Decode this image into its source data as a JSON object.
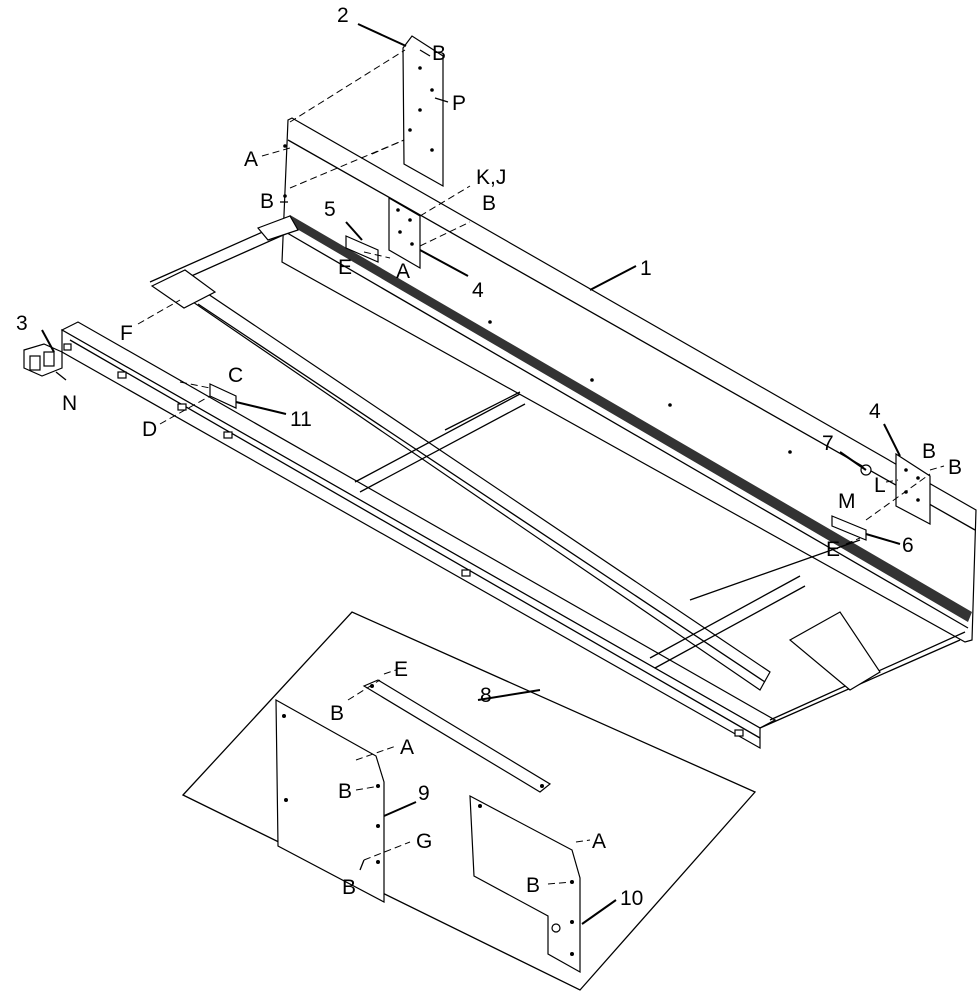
{
  "callouts": {
    "c1": "1",
    "c2": "2",
    "c3": "3",
    "c4a": "4",
    "c4b": "4",
    "c5": "5",
    "c6": "6",
    "c7": "7",
    "c8": "8",
    "c9": "9",
    "c10": "10",
    "c11": "11"
  },
  "letters": {
    "A1": "A",
    "A2": "A",
    "A3": "A",
    "A4": "A",
    "B1": "B",
    "B2": "B",
    "B3": "B",
    "B4": "B",
    "B5": "B",
    "B6": "B",
    "B7": "B",
    "B8": "B",
    "B9": "B",
    "C": "C",
    "D": "D",
    "E1": "E",
    "E2": "E",
    "E3": "E",
    "F": "F",
    "G": "G",
    "KJ": "K,J",
    "L": "L",
    "M": "M",
    "N": "N",
    "P": "P"
  }
}
